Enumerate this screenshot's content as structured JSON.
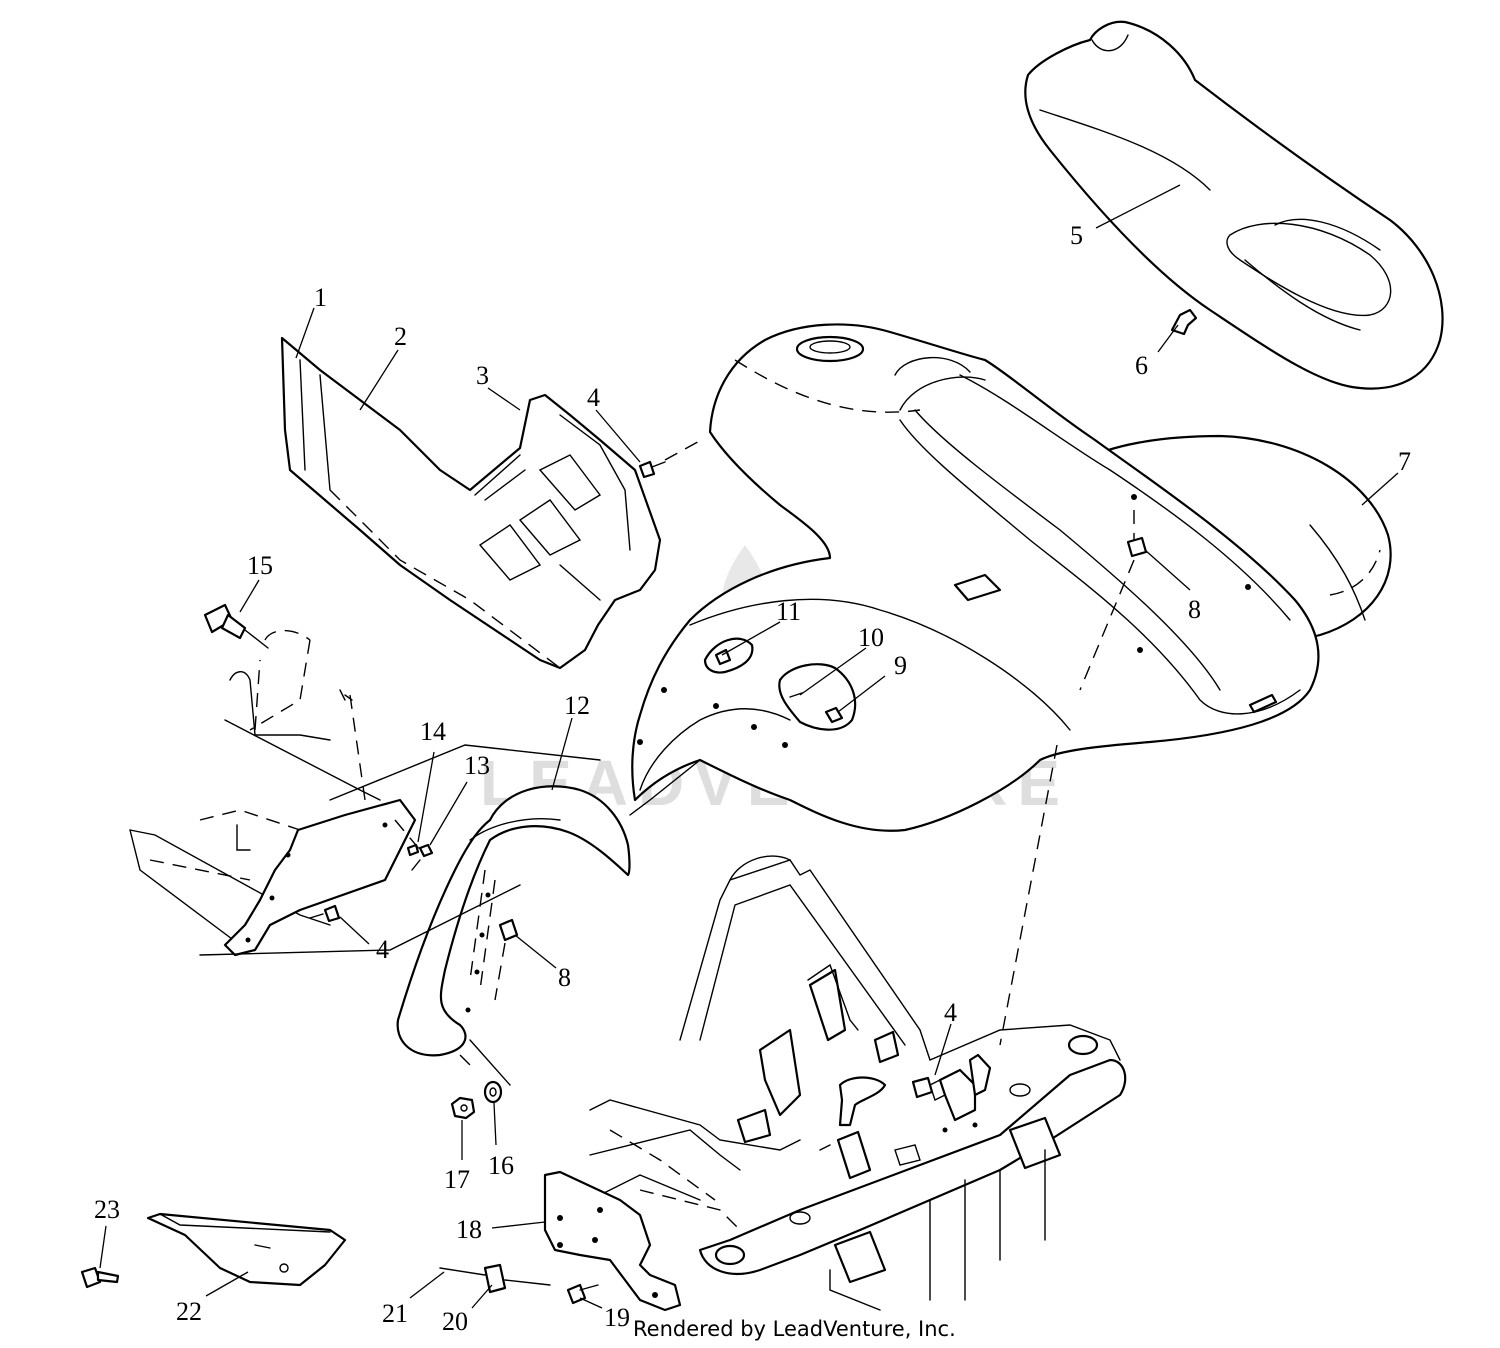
{
  "watermark": "LEADVENTURE",
  "credit": "Rendered by LeadVenture, Inc.",
  "colors": {
    "line": "#000000",
    "background": "#ffffff",
    "watermark": "#dedede"
  },
  "callouts": {
    "c1": "1",
    "c2": "2",
    "c3": "3",
    "c4a": "4",
    "c4b": "4",
    "c4c": "4",
    "c5": "5",
    "c6": "6",
    "c7": "7",
    "c8a": "8",
    "c8b": "8",
    "c9": "9",
    "c10": "10",
    "c11": "11",
    "c12": "12",
    "c13": "13",
    "c14": "14",
    "c15": "15",
    "c16": "16",
    "c17": "17",
    "c18": "18",
    "c19": "19",
    "c20": "20",
    "c21": "21",
    "c22": "22",
    "c23": "23"
  }
}
